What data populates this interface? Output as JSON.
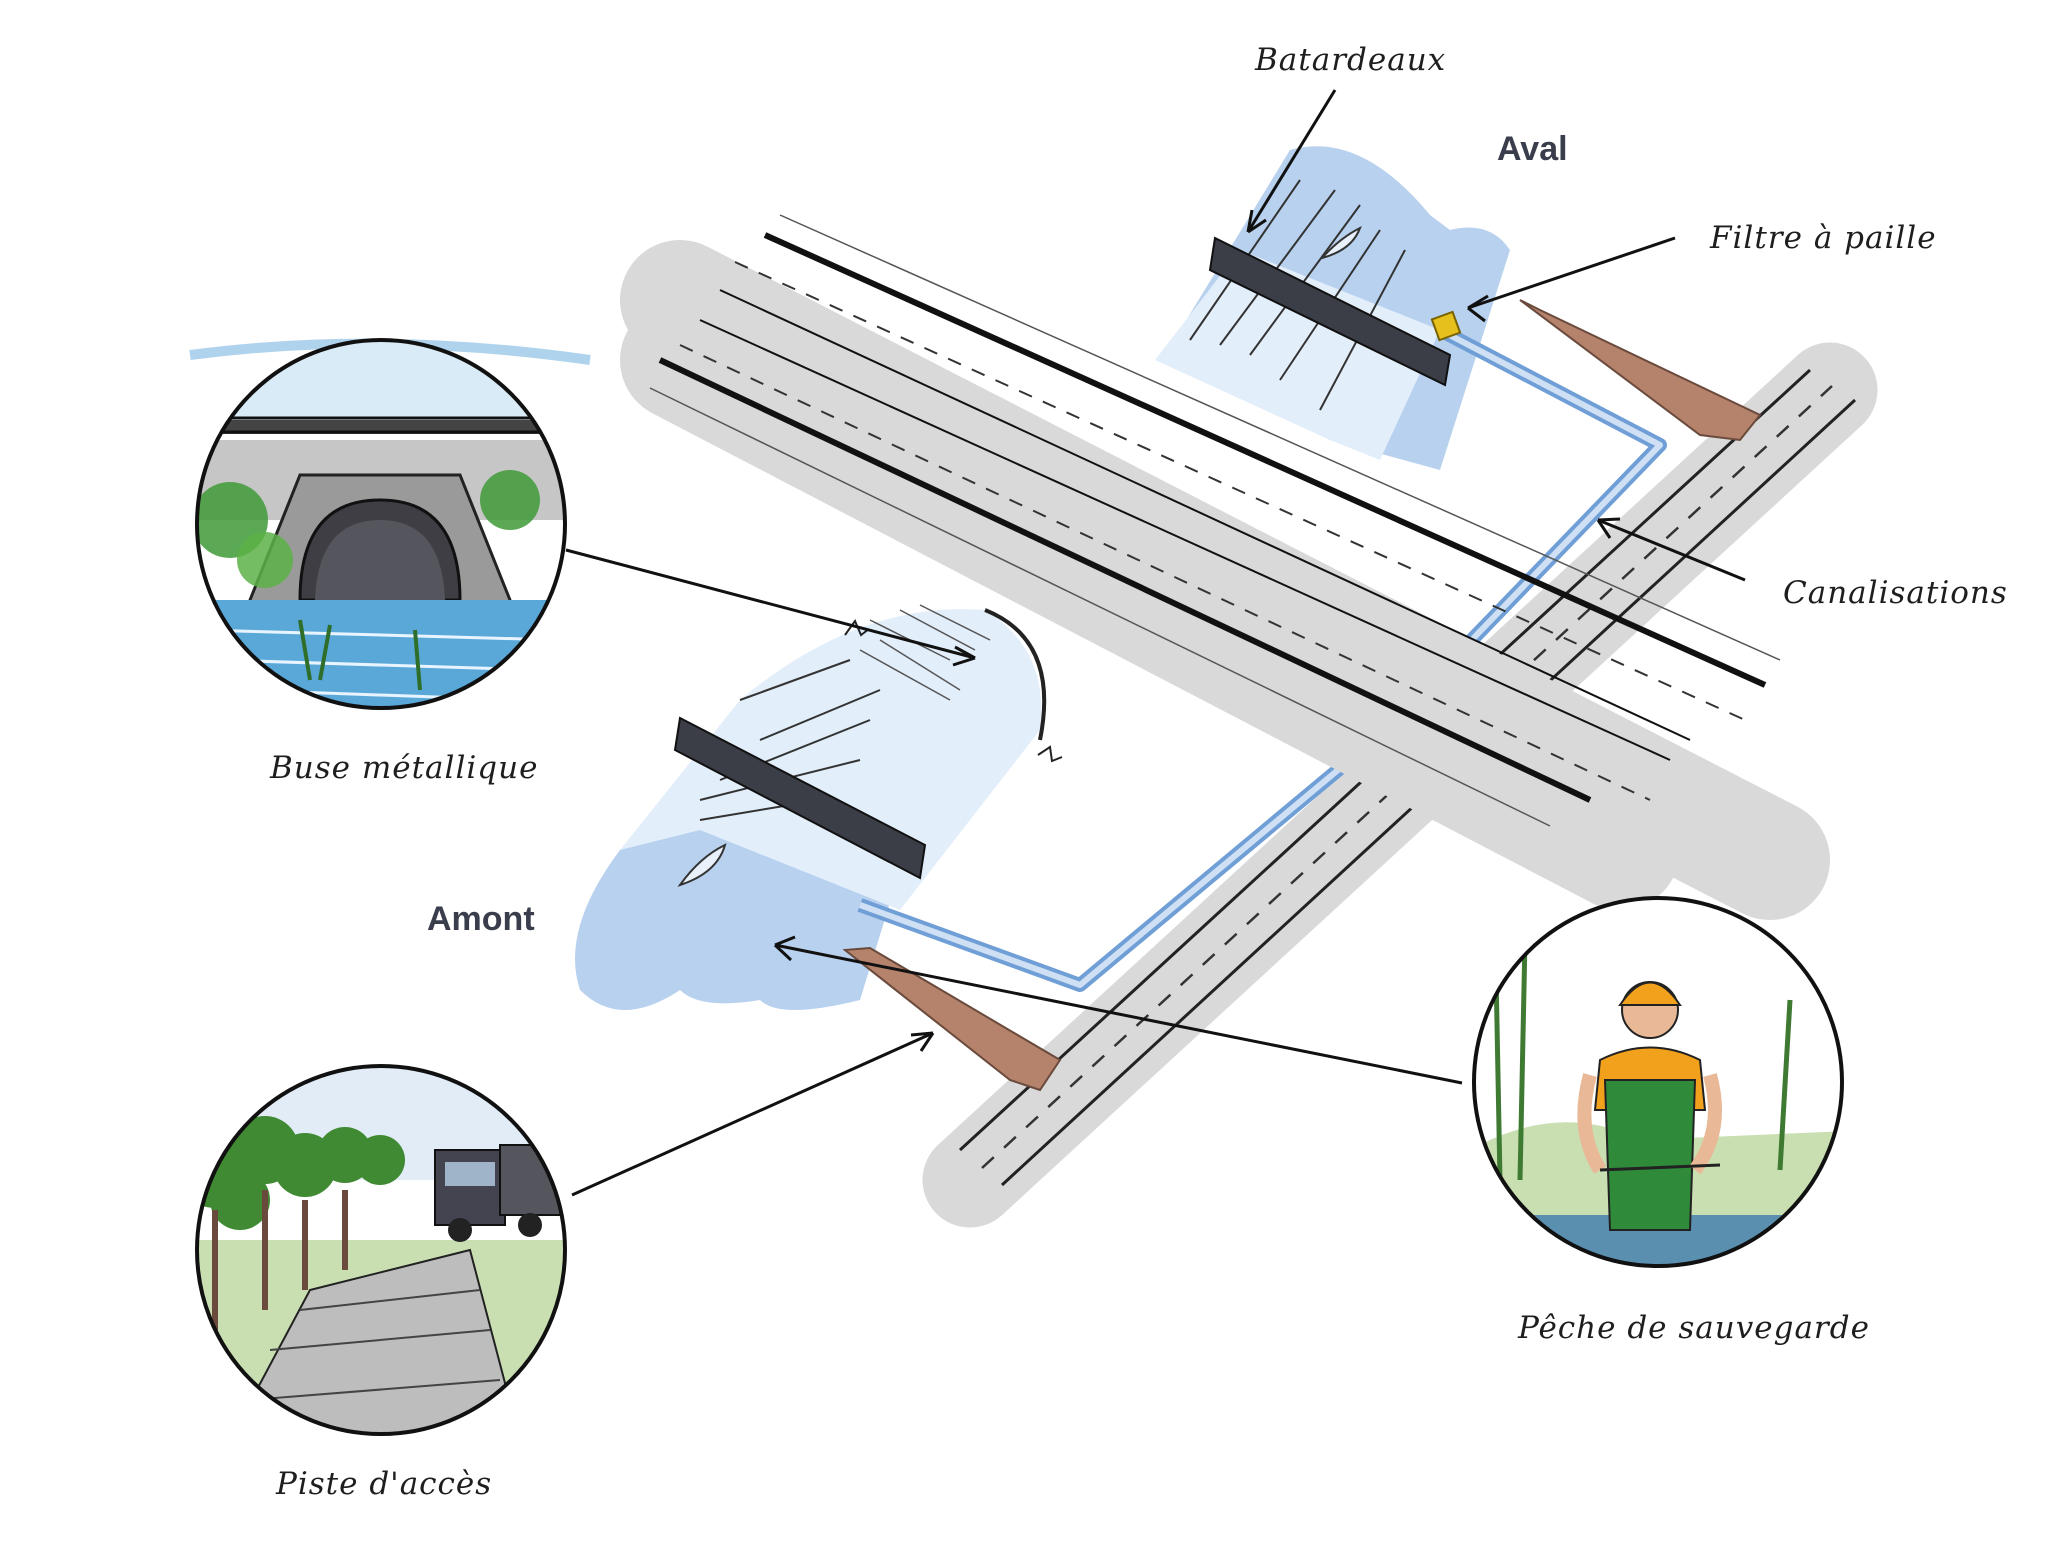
{
  "labels": {
    "aval": "Aval",
    "amont": "Amont",
    "batardeaux": "Batardeaux",
    "filtre": "Filtre à paille",
    "canalisations": "Canalisations",
    "buse": "Buse métallique",
    "piste": "Piste d'accès",
    "peche": "Pêche de sauvegarde"
  },
  "colors": {
    "road": "#d9d9d9",
    "road_line": "#111111",
    "water_light": "#e3eefb",
    "water_blue": "#b8d1ee",
    "pipe": "#6f9fd6",
    "pipe_light": "#cfe0f4",
    "barrier": "#3b3d47",
    "filter": "#e6c11d",
    "mud": "#b5826b",
    "vegetation": "#3f9a37",
    "worker_suit": "#2f8a3a",
    "worker_helmet": "#f2a11c",
    "truck": "#444450"
  },
  "icons": [
    "culvert-scene-icon",
    "access-track-scene-icon",
    "worker-scene-icon",
    "fish-icon",
    "straw-filter-icon"
  ]
}
